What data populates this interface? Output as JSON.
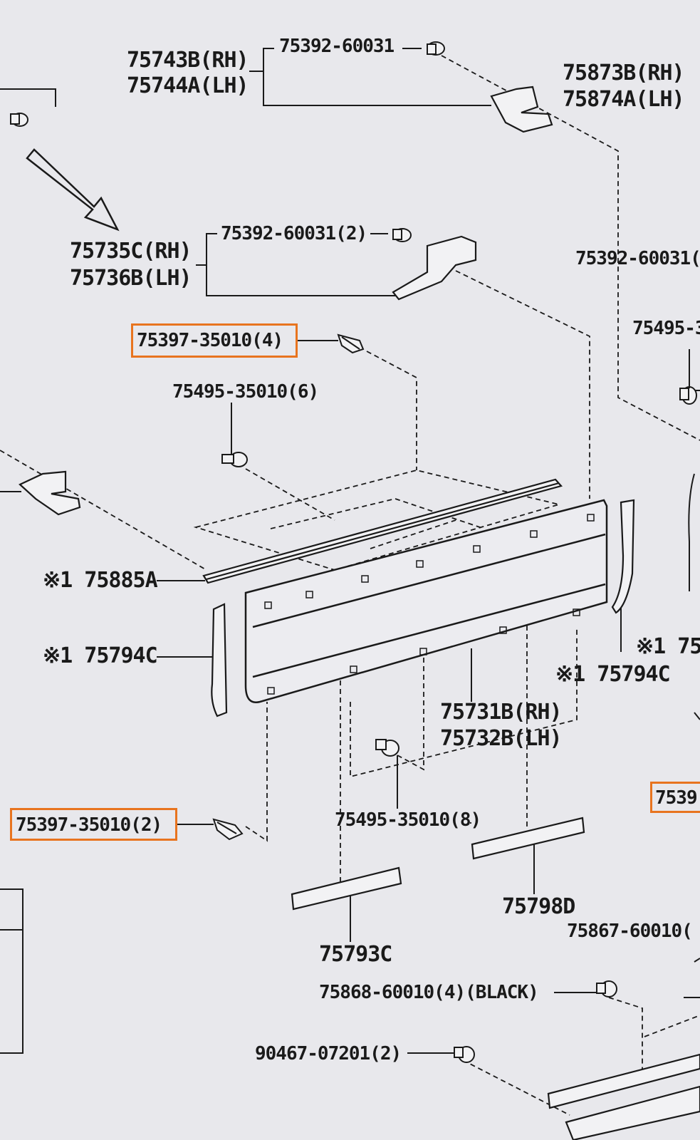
{
  "accent_color": "#e8741f",
  "line_color": "#1a1a1a",
  "labels": {
    "upper_bracket_rh": "75743B(RH)",
    "upper_bracket_lh": "75744A(LH)",
    "clip_top": "75392-60031",
    "right_bracket_rh": "75873B(RH)",
    "right_bracket_lh": "75874A(LH)",
    "bracket_mid_rh": "75735C(RH)",
    "bracket_mid_lh": "75736B(LH)",
    "clip_mid": "75392-60031(2)",
    "clip_right_cut": "75392-60031(",
    "clip_75495_right_cut": "75495-3",
    "screw_75397_4": "75397-35010(4)",
    "screw_75495_6": "75495-35010(6)",
    "moulding_75885a": "※1 75885A",
    "end_75794c_left": "※1 75794C",
    "end_75794c_right": "※1 75794C",
    "ref_right_cut": "※1 75",
    "panel_rh": "75731B(RH)",
    "panel_lh": "75732B(LH)",
    "screw_75397_2": "75397-35010(2)",
    "screw_75495_8": "75495-35010(8)",
    "strip_75798d": "75798D",
    "clip_75867": "75867-60010(",
    "strip_75793c": "75793C",
    "clip_75868": "75868-60010(4)(BLACK)",
    "clip_90467": "90467-07201(2)",
    "right_box_cut": "7539"
  }
}
